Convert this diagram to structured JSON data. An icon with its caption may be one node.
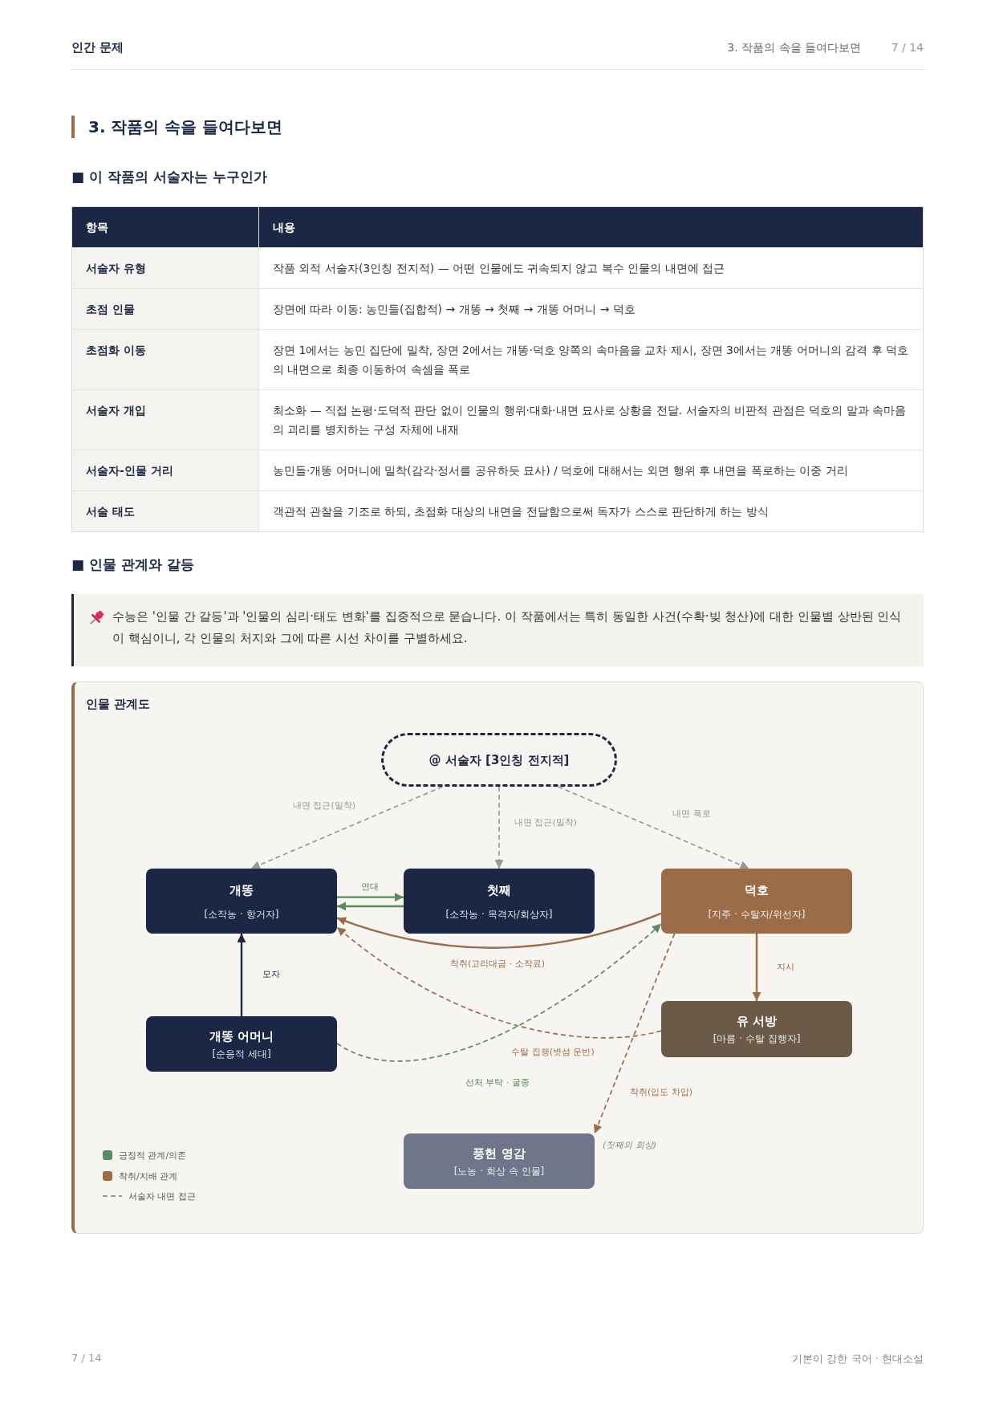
{
  "diagram": {
    "title": "3. 작품의 속을 들여다보면",
    "nodes": [
      {
        "text": [
          "인물 관계도"
        ]
      },
      {
        "text": [
          "@ 서술자 [3인칭 전지적]"
        ],
        "in": 0
      },
      {
        "text": [
          "개똥",
          "[소작농 · 항거자]"
        ],
        "in": 0
      },
      {
        "text": [
          "첫째",
          "[소작농 · 목격자/회상자]"
        ],
        "in": 0
      },
      {
        "text": [
          "덕호",
          "[지주 · 수탈자/위선자]"
        ],
        "in": 0
      },
      {
        "text": [
          "개똥 어머니",
          "[순응적 세대]"
        ],
        "in": 0
      },
      {
        "text": [
          "유 서방",
          "[마름 · 수탈 집행자]"
        ],
        "in": 0
      },
      {
        "text": [
          "풍헌 영감",
          "[노농 · 회상 속 인물]"
        ],
        "in": 0,
        "beside": [
          "(첫째의 회상)"
        ]
      }
    ],
    "edges": [
      {
        "from": 1,
        "to": 2,
        "arrow": "to",
        "label": "내면 접근(밀착)",
        "style": "dashed",
        "color": "#999999"
      },
      {
        "from": 1,
        "to": 3,
        "arrow": "to",
        "label": "내면 접근(밀착)",
        "style": "dashed",
        "color": "#999999"
      },
      {
        "from": 1,
        "to": 4,
        "arrow": "to",
        "label": "내면 폭로",
        "style": "dashed",
        "color": "#999999"
      },
      {
        "from": 2,
        "to": 3,
        "arrow": "to",
        "label": "연대",
        "color": "#5b8a5e"
      },
      {
        "from": 3,
        "to": 2,
        "arrow": "to",
        "color": "#5b8a5e"
      },
      {
        "from": 4,
        "to": 2,
        "arrow": "to",
        "label": "착취(고리대금 · 소작료)",
        "color": "#9c6b48"
      },
      {
        "from": 5,
        "to": 2,
        "arrow": "to",
        "label": "모자",
        "color": "#1b2744"
      },
      {
        "from": 6,
        "to": 2,
        "arrow": "to",
        "label": "수탈 집행(볏섬 운반)",
        "style": "dashed",
        "color": "#9c6b48"
      },
      {
        "from": 5,
        "to": 4,
        "arrow": "to",
        "label": "선처 부탁 · 굴종",
        "style": "dashed",
        "color": "#5b8a5e"
      },
      {
        "from": 4,
        "to": 6,
        "arrow": "to",
        "label": "지시",
        "color": "#9c6b48"
      },
      {
        "from": 4,
        "to": 7,
        "arrow": "to",
        "label": "착취(입도 차압)",
        "style": "dashed",
        "color": "#9c6b48"
      }
    ],
    "labels": [
      "인간 문제",
      "3. 작품의 속을 들여다보면",
      "7 / 14",
      "■ 이 작품의 서술자는 누구인가",
      "항목",
      "내용",
      "서술자 유형",
      "작품 외적 서술자(3인칭 전지적) — 어떤 인물에도 귀속되지 않고 복수 인물의 내면에 접근",
      "초점 인물",
      "장면에 따라 이동: 농민들(집합적) → 개똥 → 첫째 → 개똥 어머니 → 덕호",
      "초점화 이동",
      "장면 1에서는 농민 집단에 밀착, 장면 2에서는 개똥·덕호 양쪽의 속마음을 교차 제시, 장면 3에서는 개똥 어머니의 감격 후 덕호의 내면으로 최종 이동하여 속셈을 폭로",
      "서술자 개입",
      "최소화 — 직접 논평·도덕적 판단 없이 인물의 행위·대화·내면 묘사로 상황을 전달. 서술자의 비판적 관점은 덕호의 말과 속마음의 괴리를 병치하는 구성 자체에 내재",
      "서술자-인물 거리",
      "농민들·개똥 어머니에 밀착(감각·정서를 공유하듯 묘사) / 덕호에 대해서는 외면 행위 후 내면을 폭로하는 이중 거리",
      "서술 태도",
      "객관적 관찰을 기조로 하되, 초점화 대상의 내면을 전달함으로써 독자가 스스로 판단하게 하는 방식",
      "■ 인물 관계와 갈등",
      "수능은 '인물 간 갈등'과 '인물의 심리·태도 변화'를 집중적으로 묻습니다. 이 작품에서는 특히 동일한 사건(수확·빚 청산)에 대한 인물별 상반된 인식이 핵심이니, 각 인물의 처지와 그에 따른 시선 차이를 구별하세요.",
      "7 / 14",
      "기본이 강한 국어 · 현대소설"
    ],
    "legend": [
      {
        "text": "긍정적 관계/의존",
        "color": "#5b8a5e"
      },
      {
        "text": "착취/지배 관계",
        "color": "#9c6b48"
      },
      {
        "text": "서술자 내면 접근"
      }
    ]
  }
}
